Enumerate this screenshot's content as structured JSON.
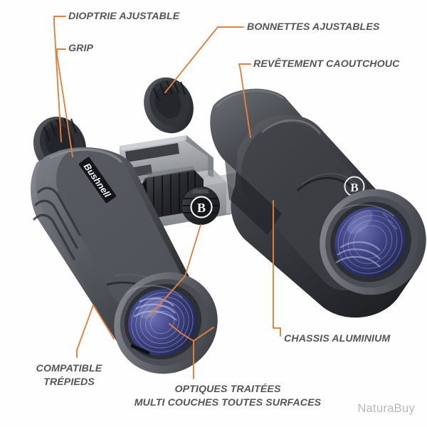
{
  "page": {
    "background_color": "#ffffff",
    "subject": "Bushnell PowerView 2 binoculars annotated product diagram",
    "label_color": "#555456",
    "leader_color": "#e2813f",
    "watermark_color": "#b9b9b9"
  },
  "watermark": {
    "text": "NaturaBuy"
  },
  "callouts": [
    {
      "id": "dioptrie",
      "text": "DIOPTRIE AJUSTABLE"
    },
    {
      "id": "grip",
      "text": "GRIP"
    },
    {
      "id": "bonnettes",
      "text": "BONNETTES AJUSTABLES"
    },
    {
      "id": "revetement",
      "text": "REVÊTEMENT CAOUTCHOUC"
    },
    {
      "id": "chassis",
      "text": "CHASSIS ALUMINIUM"
    },
    {
      "id": "compatible",
      "line1": "COMPATIBLE",
      "line2": "TRÉPIEDS"
    },
    {
      "id": "optiques",
      "line1": "OPTIQUES TRAITÉES",
      "line2": "MULTI COUCHES TOUTES SURFACES"
    }
  ],
  "product": {
    "brand_wordmark": "Bushnell",
    "logo_letter": "B",
    "body_color": "#4a4d52",
    "body_dark": "#2c2e33",
    "chassis_color": "#9fa3a8",
    "lens_color": "#3b3f7a",
    "lens_rim_color": "#6d7177"
  }
}
